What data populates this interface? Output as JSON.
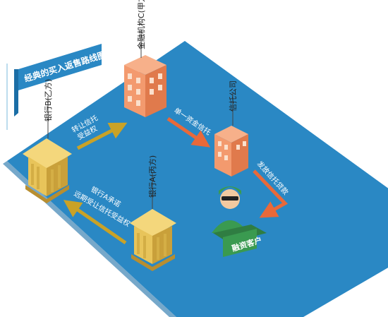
{
  "title": "经典的买入返售路线图",
  "nodes": {
    "financial_c": "金融机构C(甲方)",
    "bank_b": "银行B(乙方)",
    "trust": "信托公司",
    "bank_a": "银行A(丙方)",
    "customer": "融资客户"
  },
  "flows": {
    "c_to_trust": "单一资金信托",
    "trust_to_customer": "发放信托贷款",
    "b_to_c_line1": "转让信托",
    "b_to_c_line2": "受益权",
    "a_to_b_line1": "银行A承诺",
    "a_to_b_line2": "远期受让信托受益权"
  },
  "colors": {
    "water": "#2a88c4",
    "water_edge": "#1b6ea6",
    "arrow_gold": "#c9a227",
    "arrow_orange": "#e8693a",
    "building_orange": "#f39a6e",
    "bank_gold": "#e8c45a",
    "customer_green": "#3a9a50",
    "title_bg": "#2a88c4"
  }
}
